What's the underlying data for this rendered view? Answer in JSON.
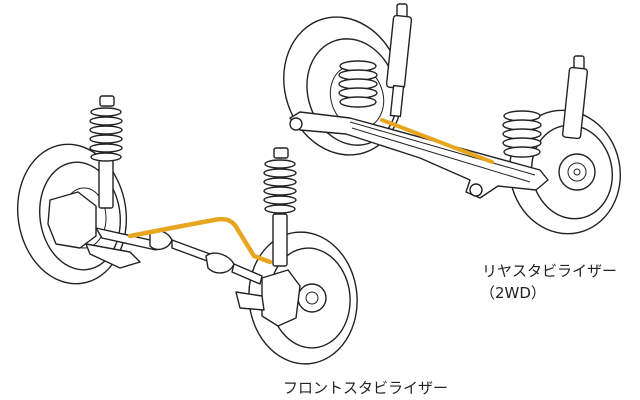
{
  "labels": {
    "rear_stabilizer_line1": "リヤスタビライザー",
    "rear_stabilizer_line2": "（2WD）",
    "front_stabilizer": "フロントスタビライザー"
  },
  "colors": {
    "stabilizer_highlight": "#E8A620",
    "line_art": "#222222",
    "background": "#ffffff"
  }
}
